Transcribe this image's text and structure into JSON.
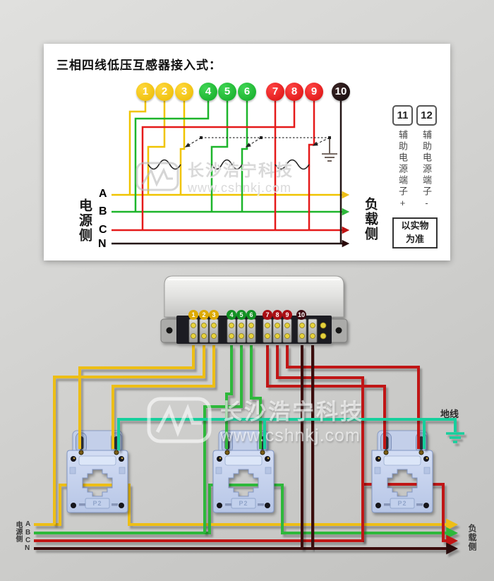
{
  "title": "三相四线低压互感器接入式：",
  "watermark": {
    "company": "长沙浩宁科技",
    "url": "www.cshnkj.com"
  },
  "schematic": {
    "terminals": [
      "1",
      "2",
      "3",
      "4",
      "5",
      "6",
      "7",
      "8",
      "9",
      "10"
    ],
    "aux": {
      "box1": "11",
      "box2": "12",
      "label1": "辅助电源端子+",
      "label2": "辅助电源端子-",
      "note_line1": "以实物",
      "note_line2": "为准"
    },
    "source_side": "电源侧",
    "load_side": "负载侧",
    "phases": {
      "a": "A",
      "b": "B",
      "c": "C",
      "n": "N"
    }
  },
  "panel": {
    "terminals": [
      "1",
      "2",
      "3",
      "4",
      "5",
      "6",
      "7",
      "8",
      "9",
      "10"
    ],
    "ct_label": "P2",
    "ground_label": "地线",
    "source_side": "电源侧",
    "load_side": "负载侧",
    "phases": {
      "a": "A",
      "b": "B",
      "c": "C",
      "n": "N"
    }
  },
  "colors": {
    "phase_a_yellow": "#edbe16",
    "phase_b_green": "#2fb83a",
    "phase_c_red": "#c01212",
    "neutral_dark": "#3a0b0d",
    "ground_teal": "#12cf9c",
    "schem_yellow": "#f0c400",
    "schem_green": "#1db52b",
    "schem_red": "#e51a1a",
    "schem_black": "#241616"
  }
}
